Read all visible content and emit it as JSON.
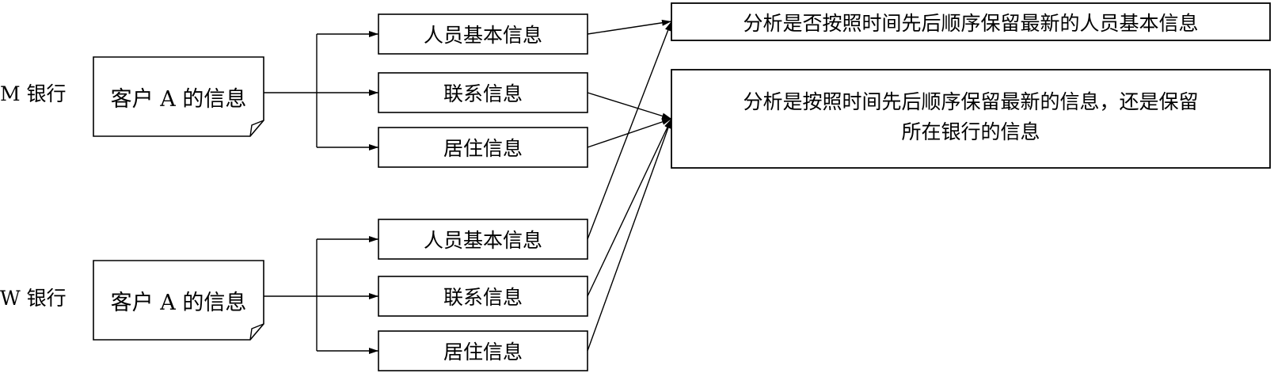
{
  "banks": [
    {
      "label": "M 银行",
      "doc": "客户 A 的信息",
      "items": [
        "人员基本信息",
        "联系信息",
        "居住信息"
      ]
    },
    {
      "label": "W 银行",
      "doc": "客户 A 的信息",
      "items": [
        "人员基本信息",
        "联系信息",
        "居住信息"
      ]
    }
  ],
  "analysis": {
    "top": "分析是否按照时间先后顺序保留最新的人员基本信息",
    "bottom_line1": "分析是按照时间先后顺序保留最新的信息，还是保留",
    "bottom_line2": "所在银行的信息"
  }
}
